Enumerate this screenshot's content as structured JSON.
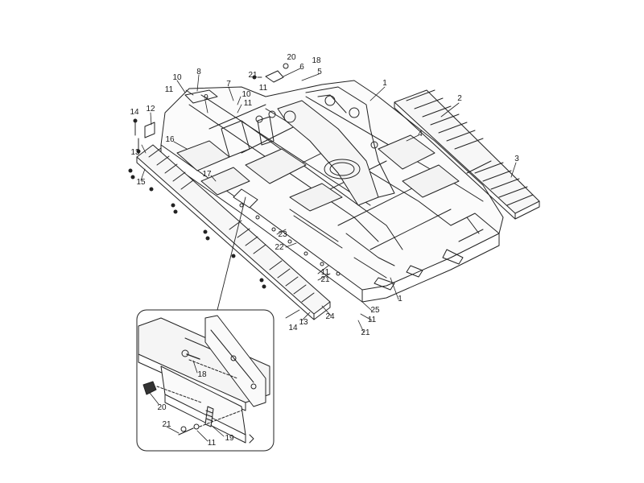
{
  "callouts": [
    {
      "text": "1"
    },
    {
      "text": "2"
    },
    {
      "text": "3"
    },
    {
      "text": "4"
    },
    {
      "text": "5"
    },
    {
      "text": "6"
    },
    {
      "text": "7"
    },
    {
      "text": "8"
    },
    {
      "text": "9"
    },
    {
      "text": "10"
    },
    {
      "text": "10"
    },
    {
      "text": "11"
    },
    {
      "text": "11"
    },
    {
      "text": "11"
    },
    {
      "text": "12"
    },
    {
      "text": "13"
    },
    {
      "text": "14"
    },
    {
      "text": "15"
    },
    {
      "text": "16"
    },
    {
      "text": "17"
    },
    {
      "text": "18"
    },
    {
      "text": "20"
    },
    {
      "text": "21"
    },
    {
      "text": "22"
    },
    {
      "text": "23"
    },
    {
      "text": "11"
    },
    {
      "text": "21"
    },
    {
      "text": "1"
    },
    {
      "text": "24"
    },
    {
      "text": "25"
    },
    {
      "text": "11"
    },
    {
      "text": "14"
    },
    {
      "text": "13"
    },
    {
      "text": "21"
    }
  ],
  "detail_callouts": [
    {
      "text": "18"
    },
    {
      "text": "20"
    },
    {
      "text": "21"
    },
    {
      "text": "19"
    },
    {
      "text": "11"
    }
  ]
}
